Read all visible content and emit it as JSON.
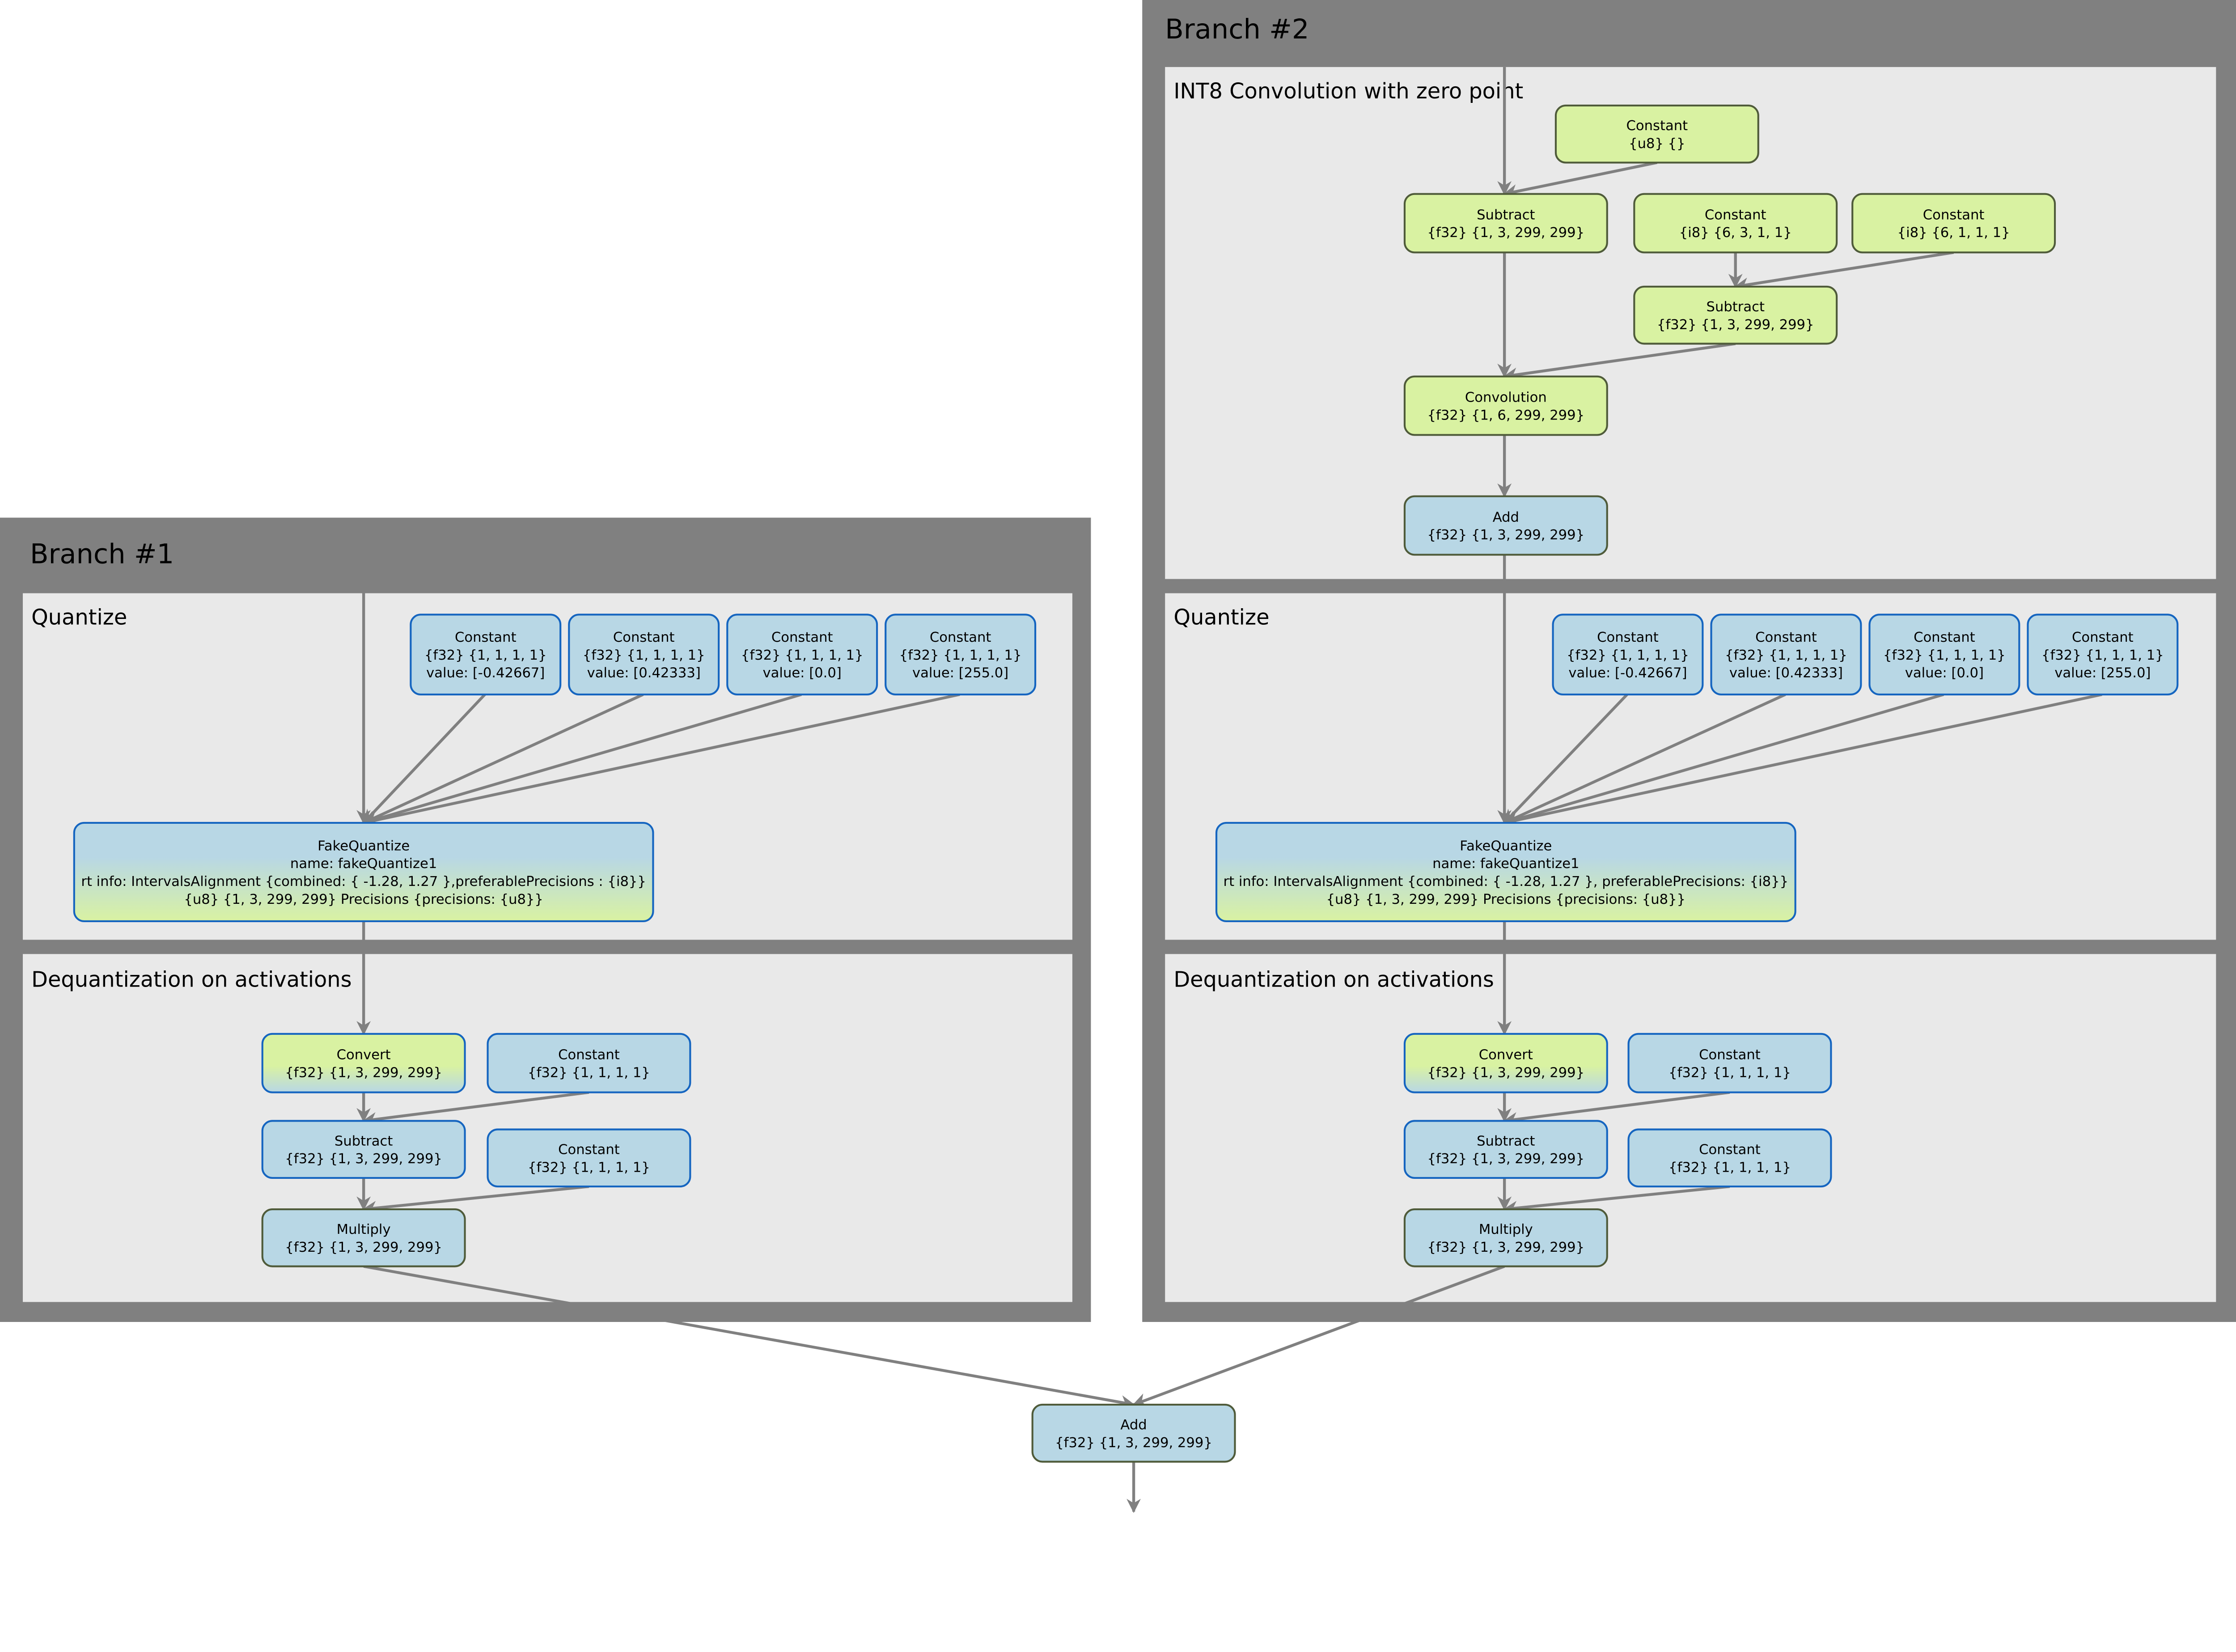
{
  "colors": {
    "branch_bg": "#808080",
    "panel_bg": "#e9e9e9",
    "op_green": "#d9f2a2",
    "op_blue": "#b8d7e5",
    "edge": "#808080",
    "border_blue": "#1565c0",
    "border_dark": "#4f5b3a"
  },
  "branch1": {
    "title": "Branch #1",
    "panels": {
      "quantize": "Quantize",
      "dequant": "Dequantization on activations"
    },
    "nodes": {
      "c1": [
        "Constant",
        "{f32} {1, 1, 1, 1}",
        "value: [-0.42667]"
      ],
      "c2": [
        "Constant",
        "{f32} {1, 1, 1, 1}",
        "value: [0.42333]"
      ],
      "c3": [
        "Constant",
        "{f32} {1, 1, 1, 1}",
        "value: [0.0]"
      ],
      "c4": [
        "Constant",
        "{f32} {1, 1, 1, 1}",
        "value: [255.0]"
      ],
      "fq": [
        "FakeQuantize",
        "name: fakeQuantize1",
        "rt info: IntervalsAlignment {combined: { -1.28, 1.27 },preferablePrecisions : {i8}}",
        "{u8} {1, 3, 299, 299} Precisions {precisions: {u8}}"
      ],
      "convert": [
        "Convert",
        "{f32} {1, 3, 299, 299}"
      ],
      "dc1": [
        "Constant",
        "{f32} {1, 1, 1, 1}"
      ],
      "sub": [
        "Subtract",
        "{f32} {1, 3, 299, 299}"
      ],
      "dc2": [
        "Constant",
        "{f32} {1, 1, 1, 1}"
      ],
      "mul": [
        "Multiply",
        "{f32} {1, 3, 299, 299}"
      ]
    }
  },
  "branch2": {
    "title": "Branch #2",
    "panels": {
      "int8": "INT8 Convolution with zero  point",
      "quantize": "Quantize",
      "dequant": "Dequantization on activations"
    },
    "nodes": {
      "zp": [
        "Constant",
        "{u8} {}"
      ],
      "sub1": [
        "Subtract",
        "{f32} {1, 3, 299, 299}"
      ],
      "w": [
        "Constant",
        "{i8} {6, 3, 1, 1}"
      ],
      "wzp": [
        "Constant",
        "{i8} {6, 1, 1, 1}"
      ],
      "sub2": [
        "Subtract",
        "{f32} {1, 3, 299, 299}"
      ],
      "conv": [
        "Convolution",
        "{f32} {1, 6, 299, 299}"
      ],
      "add": [
        "Add",
        "{f32} {1, 3, 299, 299}"
      ],
      "c1": [
        "Constant",
        "{f32} {1, 1, 1, 1}",
        "value: [-0.42667]"
      ],
      "c2": [
        "Constant",
        "{f32} {1, 1, 1, 1}",
        "value: [0.42333]"
      ],
      "c3": [
        "Constant",
        "{f32} {1, 1, 1, 1}",
        "value: [0.0]"
      ],
      "c4": [
        "Constant",
        "{f32} {1, 1, 1, 1}",
        "value: [255.0]"
      ],
      "fq": [
        "FakeQuantize",
        "name: fakeQuantize1",
        "rt info: IntervalsAlignment {combined: { -1.28, 1.27 }, preferablePrecisions: {i8}}",
        "{u8} {1, 3, 299, 299} Precisions {precisions: {u8}}"
      ],
      "convert": [
        "Convert",
        "{f32} {1, 3, 299, 299}"
      ],
      "dc1": [
        "Constant",
        "{f32} {1, 1, 1, 1}"
      ],
      "sub": [
        "Subtract",
        "{f32} {1, 3, 299, 299}"
      ],
      "dc2": [
        "Constant",
        "{f32} {1, 1, 1, 1}"
      ],
      "mul": [
        "Multiply",
        "{f32} {1, 3, 299, 299}"
      ]
    }
  },
  "output": {
    "add": [
      "Add",
      "{f32} {1, 3, 299, 299}"
    ]
  }
}
